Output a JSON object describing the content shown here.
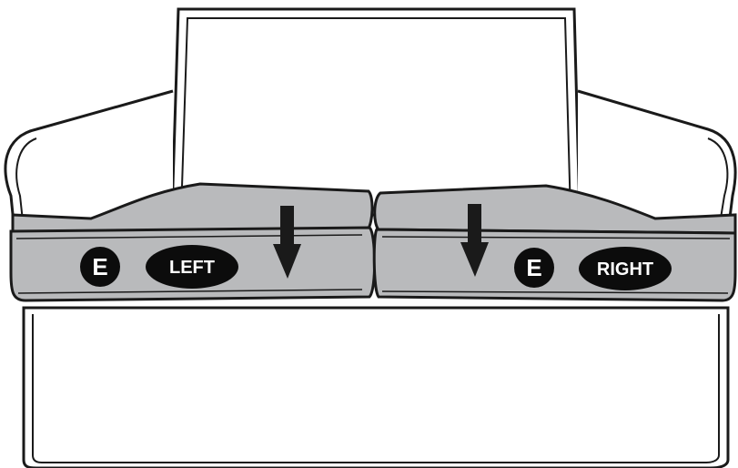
{
  "cushions": {
    "left": {
      "letter": "E",
      "label": "LEFT"
    },
    "right": {
      "letter": "E",
      "label": "RIGHT"
    }
  },
  "colors": {
    "cushion_fill": "#b9babc",
    "outline": "#1a1a1a",
    "badge_fill": "#0c0c0c",
    "badge_text": "#ffffff",
    "background": "#ffffff"
  }
}
